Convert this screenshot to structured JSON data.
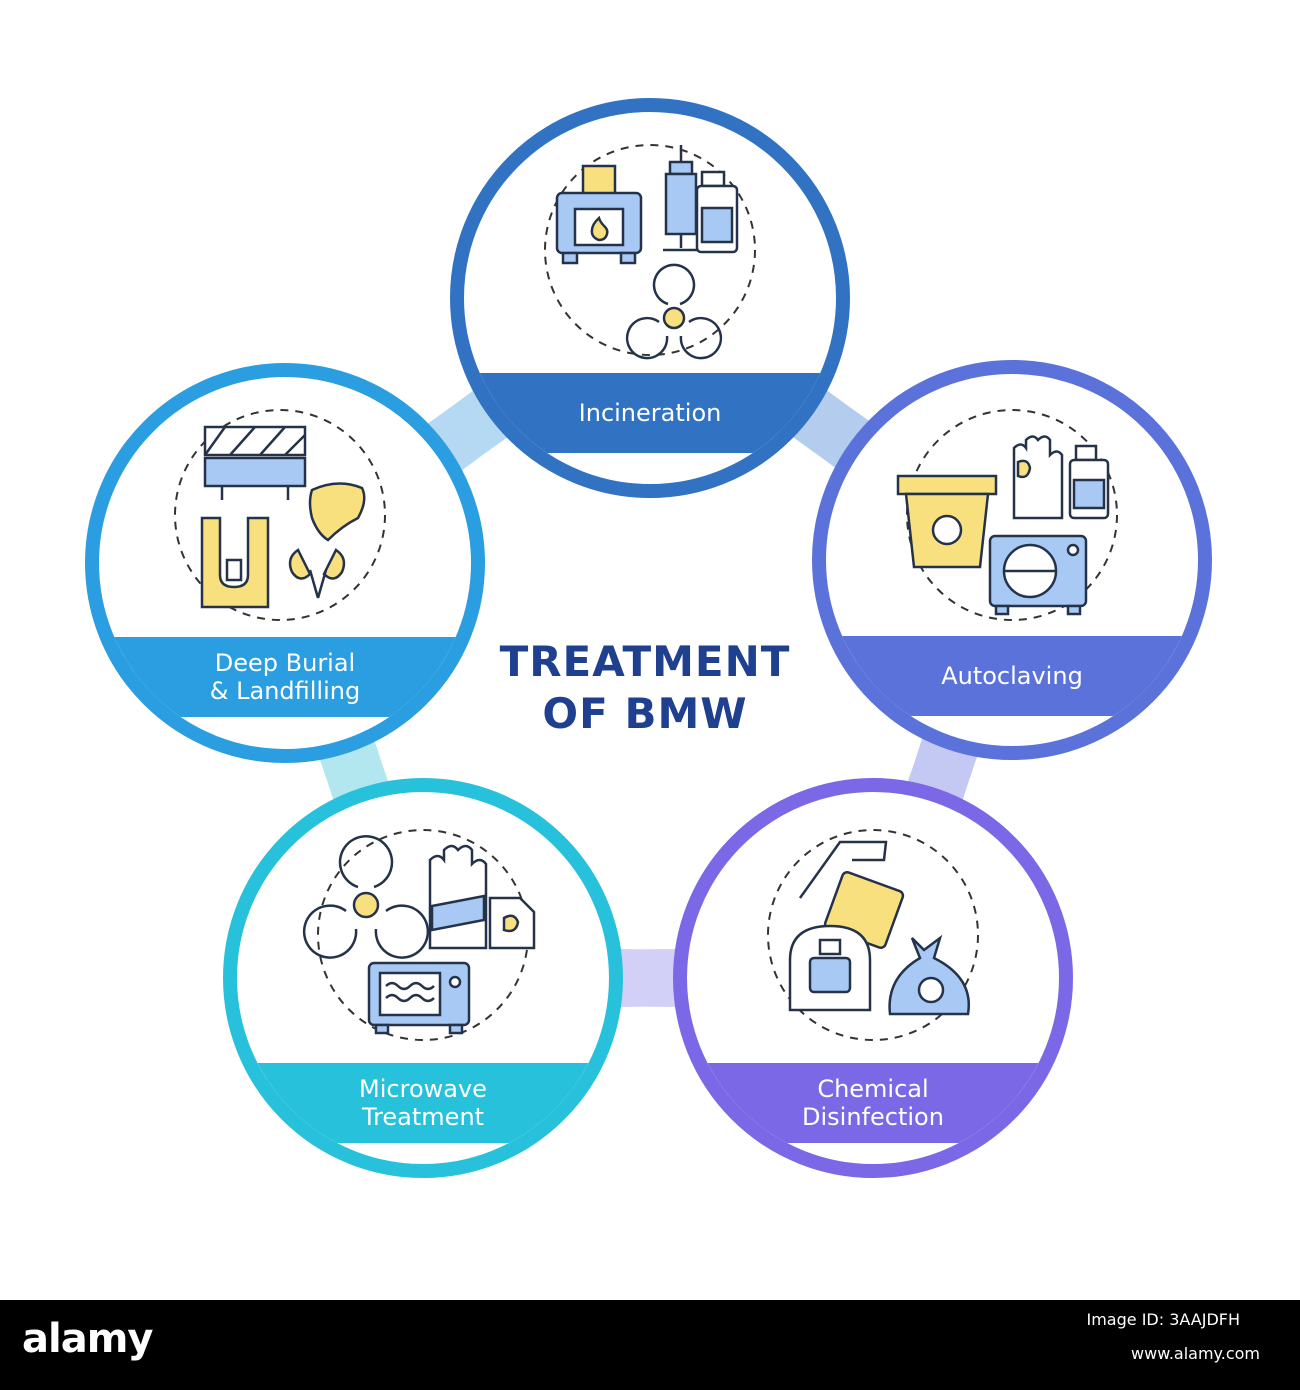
{
  "title": [
    "TREATMENT",
    "OF BMW"
  ],
  "colors": {
    "incineration": "#3173c2",
    "autoclaving": "#5a72d9",
    "chemical": "#7b68e6",
    "microwave": "#27c1dc",
    "burial": "#2a9ee0",
    "yellow": "#f9e07e",
    "blue_fill": "#a9c9f5",
    "title": "#1f3f8f"
  },
  "nodes": [
    {
      "id": "incineration",
      "label": [
        "Incineration"
      ],
      "icons": [
        "incinerator-icon",
        "syringe-icon",
        "vial-icon",
        "biohazard-icon"
      ]
    },
    {
      "id": "autoclaving",
      "label": [
        "Autoclaving"
      ],
      "icons": [
        "biohazard-bin-icon",
        "contaminated-glove-icon",
        "vial-icon",
        "autoclave-icon"
      ]
    },
    {
      "id": "chemical",
      "label": [
        "Chemical",
        "Disinfection"
      ],
      "icons": [
        "spray-bottle-icon",
        "hazmat-suit-icon",
        "biohazard-bag-icon"
      ]
    },
    {
      "id": "microwave",
      "label": [
        "Microwave",
        "Treatment"
      ],
      "icons": [
        "biohazard-icon",
        "bandaged-glove-icon",
        "contaminated-document-icon",
        "microwave-icon"
      ]
    },
    {
      "id": "burial",
      "label": [
        "Deep Burial",
        "& Landfilling"
      ],
      "icons": [
        "barrier-icon",
        "burial-pit-icon",
        "liver-icon",
        "kidneys-icon"
      ]
    }
  ],
  "watermark": {
    "brand": "alamy",
    "image_id": "Image ID: 3AAJDFH",
    "site": "www.alamy.com"
  }
}
